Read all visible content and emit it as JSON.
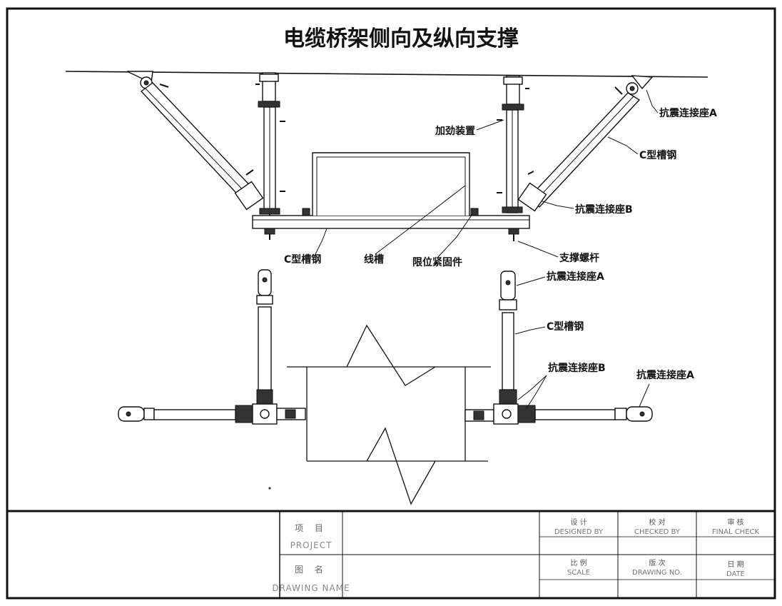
{
  "drawing": {
    "title": "电缆桥架侧向及纵向支撑",
    "labels": {
      "seat_a_top": "抗震连接座A",
      "reinforce": "加劲装置",
      "c_channel_brace": "C型槽钢",
      "seat_b_top": "抗震连接座B",
      "c_channel_beam": "C型槽钢",
      "cable_tray": "线槽",
      "limit_fastener": "限位紧固件",
      "support_rod": "支撑螺杆",
      "seat_a_mid": "抗震连接座A",
      "c_channel_vertical": "C型槽钢",
      "seat_b_bottom": "抗震连接座B",
      "seat_a_right": "抗震连接座A"
    }
  },
  "title_block": {
    "project_cn": "项  目",
    "project_en": "PROJECT",
    "drawing_name_cn": "图  名",
    "drawing_name_en": "DRAWING NAME",
    "designed_cn": "设 计",
    "designed_en": "DESIGNED BY",
    "checked_cn": "校 对",
    "checked_en": "CHECKED BY",
    "final_cn": "审 核",
    "final_en": "FINAL CHECK",
    "scale_cn": "比 例",
    "scale_en": "SCALE",
    "drawing_no_cn": "版 次",
    "drawing_no_en": "DRAWING NO.",
    "date_cn": "日 期",
    "date_en": "DATE"
  }
}
